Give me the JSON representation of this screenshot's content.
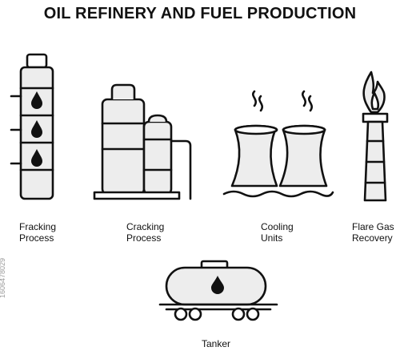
{
  "title": "OIL REFINERY AND FUEL PRODUCTION",
  "icons": [
    {
      "icon": "fracking-tower-icon",
      "label_lines": [
        "Fracking",
        "Process"
      ]
    },
    {
      "icon": "cracking-plant-icon",
      "label_lines": [
        "Cracking",
        "Process"
      ]
    },
    {
      "icon": "cooling-towers-icon",
      "label_lines": [
        "Cooling",
        "Units"
      ]
    },
    {
      "icon": "flare-stack-icon",
      "label_lines": [
        "Flare Gas",
        "Recovery"
      ]
    },
    {
      "icon": "tanker-wagon-icon",
      "label_lines": [
        "Tanker"
      ]
    }
  ],
  "watermark": "1606478029"
}
